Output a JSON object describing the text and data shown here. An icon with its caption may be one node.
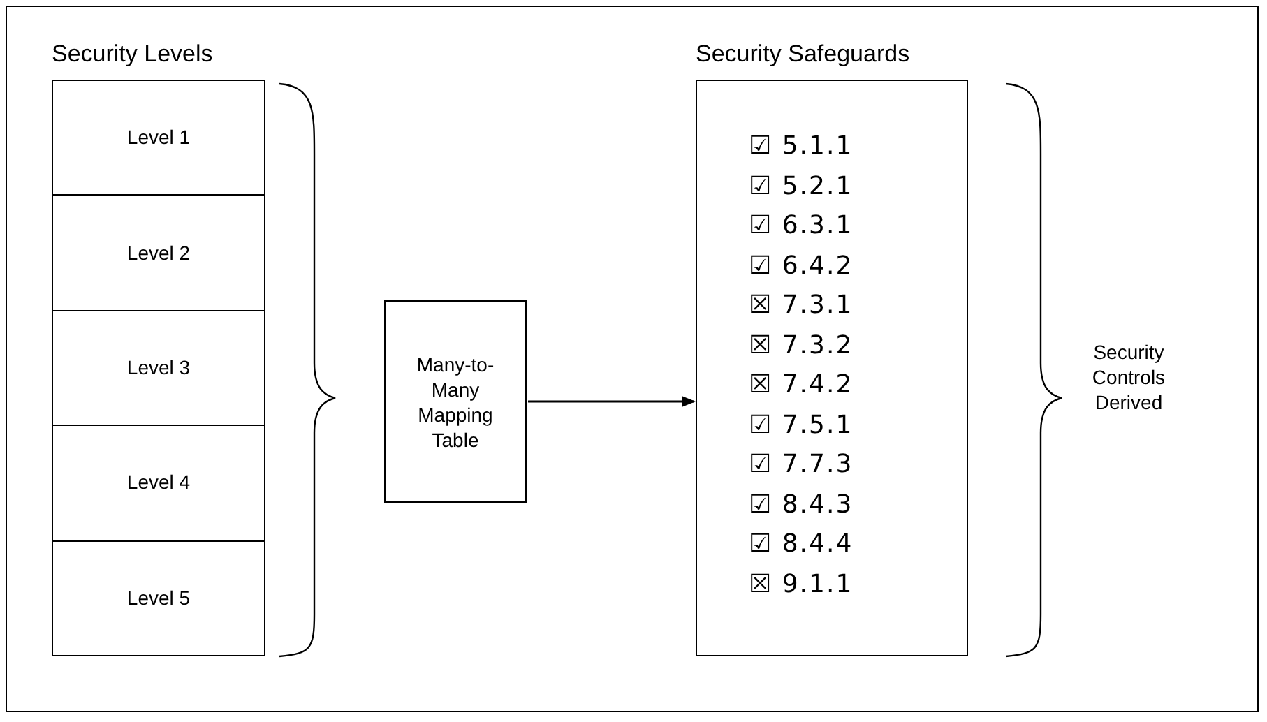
{
  "diagram": {
    "nodes": [
      {
        "text": [
          "Security Levels"
        ]
      },
      {
        "text": [
          "Level 1"
        ],
        "in": 0
      },
      {
        "text": [
          "Level 2"
        ],
        "in": 0
      },
      {
        "text": [
          "Level 3"
        ],
        "in": 0
      },
      {
        "text": [
          "Level 4"
        ],
        "in": 0
      },
      {
        "text": [
          "Level 5"
        ],
        "in": 0
      },
      {
        "text": [
          "Many-to- Many Mapping Table"
        ]
      },
      {
        "text": [
          "Security Safeguards"
        ]
      }
    ],
    "edges": [
      {
        "from": 6,
        "to": 7,
        "arrow": "to"
      }
    ],
    "labels": [
      "☑ 5.1.1",
      "☑ 5.2.1",
      "☑ 6.3.1",
      "☑ 6.4.2",
      "☒ 7.3.1",
      "☒ 7.3.2",
      "☒ 7.4.2",
      "☑ 7.5.1",
      "☑ 7.7.3",
      "☑ 8.4.3",
      "☑ 8.4.4",
      "☒ 9.1.1",
      "Security Controls Derived"
    ]
  }
}
